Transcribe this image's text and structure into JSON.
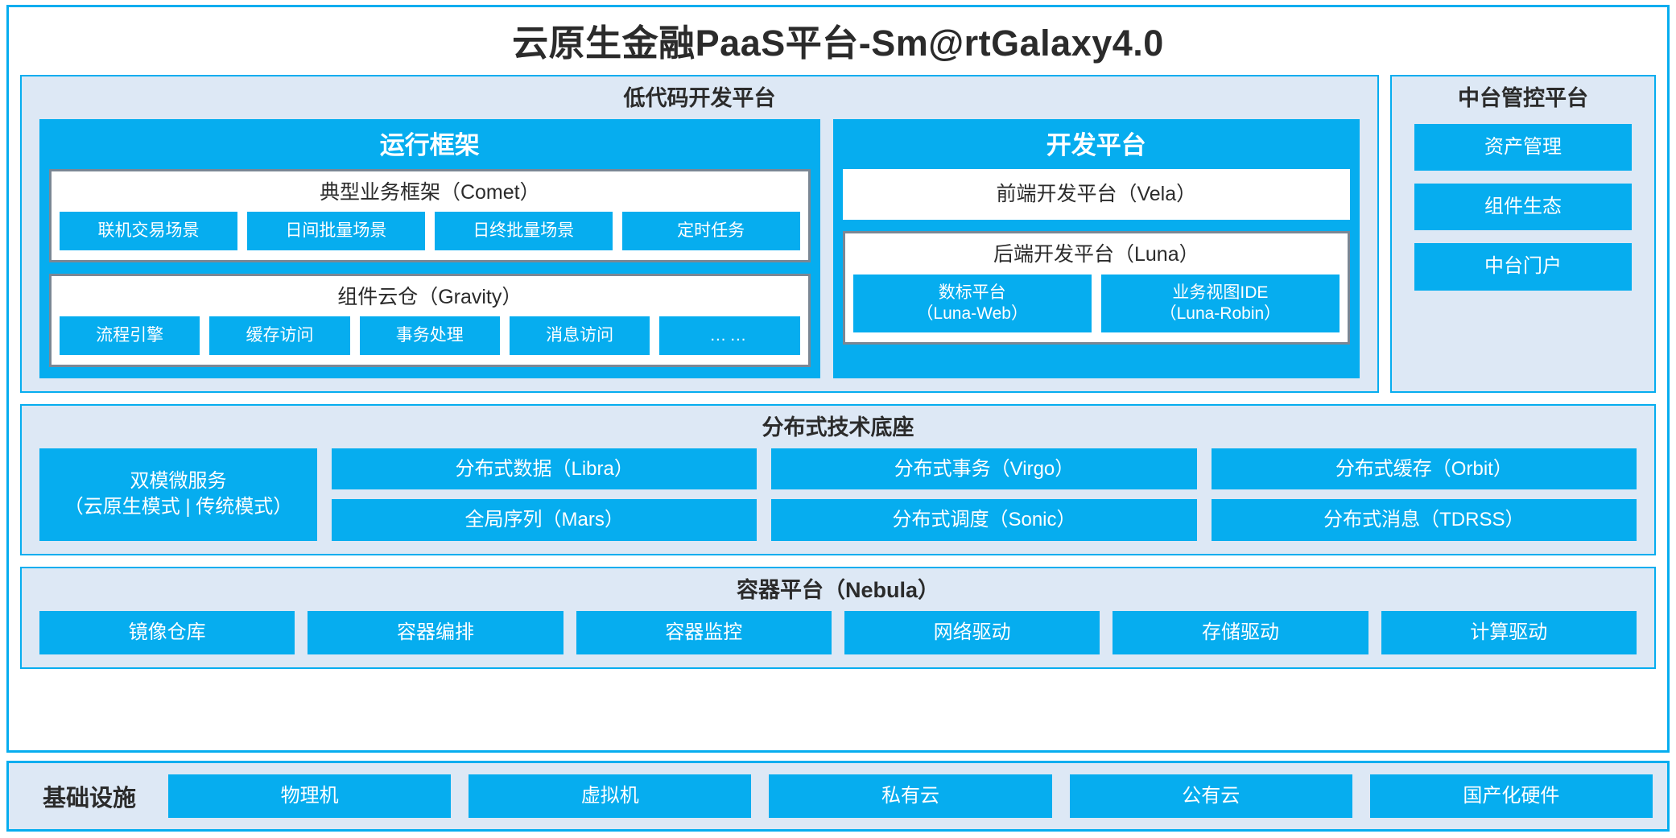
{
  "title": "云原生金融PaaS平台-Sm@rtGalaxy4.0",
  "lowcode": {
    "title": "低代码开发平台",
    "runtime": {
      "title": "运行框架",
      "comet": {
        "title": "典型业务框架（Comet）",
        "items": [
          "联机交易场景",
          "日间批量场景",
          "日终批量场景",
          "定时任务"
        ]
      },
      "gravity": {
        "title": "组件云仓（Gravity）",
        "items": [
          "流程引擎",
          "缓存访问",
          "事务处理",
          "消息访问",
          "……"
        ]
      }
    },
    "devplatform": {
      "title": "开发平台",
      "vela": "前端开发平台（Vela）",
      "luna": {
        "title": "后端开发平台（Luna）",
        "items": [
          {
            "name": "数标平台",
            "code": "（Luna-Web）"
          },
          {
            "name": "业务视图IDE",
            "code": "（Luna-Robin）"
          }
        ]
      }
    }
  },
  "management": {
    "title": "中台管控平台",
    "items": [
      "资产管理",
      "组件生态",
      "中台门户"
    ]
  },
  "distributed": {
    "title": "分布式技术底座",
    "microservice": {
      "line1": "双模微服务",
      "line2": "（云原生模式 | 传统模式）"
    },
    "columns": [
      [
        "分布式数据（Libra）",
        "全局序列（Mars）"
      ],
      [
        "分布式事务（Virgo）",
        "分布式调度（Sonic）"
      ],
      [
        "分布式缓存（Orbit）",
        "分布式消息（TDRSS）"
      ]
    ]
  },
  "container": {
    "title": "容器平台（Nebula）",
    "items": [
      "镜像仓库",
      "容器编排",
      "容器监控",
      "网络驱动",
      "存储驱动",
      "计算驱动"
    ]
  },
  "infrastructure": {
    "label": "基础设施",
    "items": [
      "物理机",
      "虚拟机",
      "私有云",
      "公有云",
      "国产化硬件"
    ]
  },
  "colors": {
    "accent": "#06ADEF",
    "panel_bg": "#DDE8F5",
    "box_border": "#7B8794",
    "text": "#2b2b2b"
  }
}
